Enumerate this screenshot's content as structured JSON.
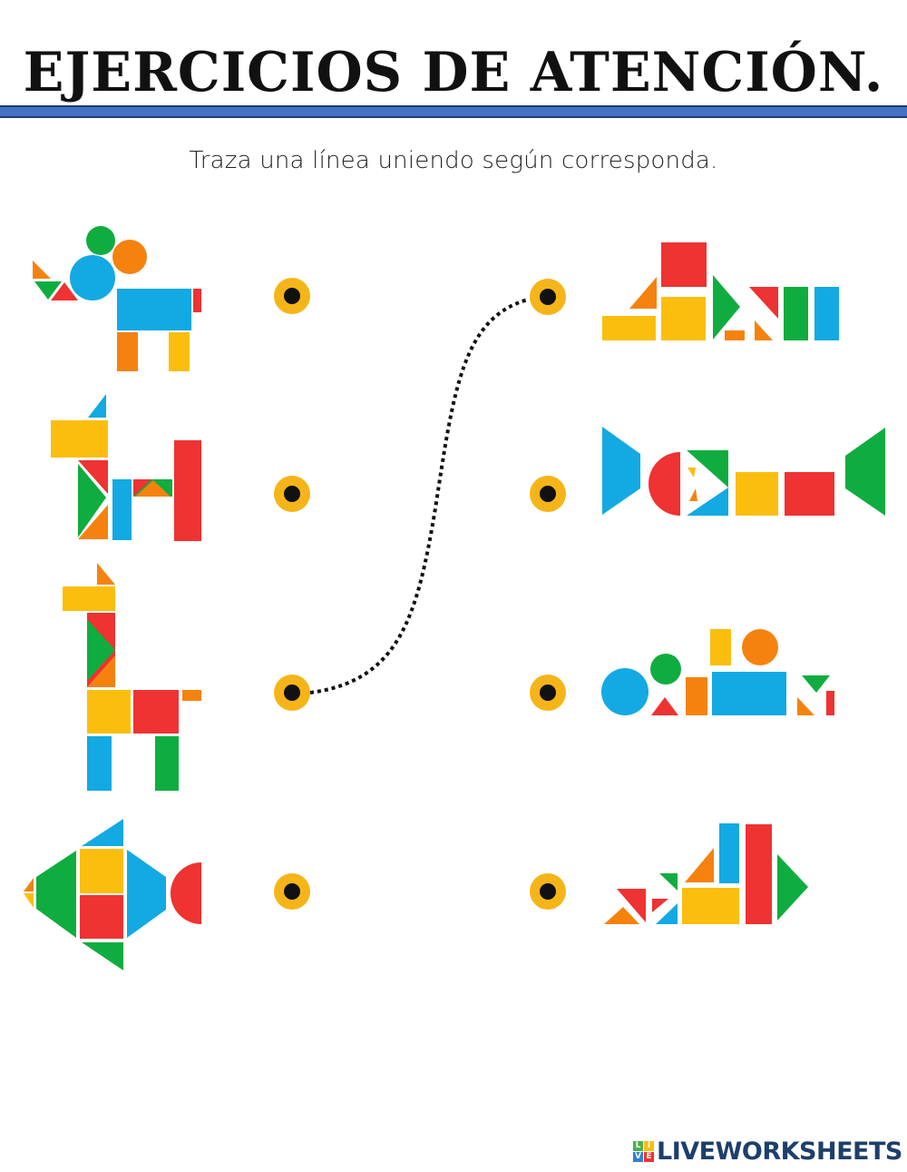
{
  "header": {
    "title": "EJERCICIOS DE ATENCIÓN.",
    "rule_color": "#4472c4"
  },
  "instruction": "Traza una línea uniendo según corresponda.",
  "colors": {
    "blue": "#13a9e3",
    "red": "#ef3232",
    "green": "#0fad3f",
    "orange": "#f5820e",
    "yellow": "#fbbe0e",
    "dot_ring": "#f5b519",
    "dot_center": "#111111"
  },
  "left_column": [
    {
      "id": "left-1",
      "figure": "elephant"
    },
    {
      "id": "left-2",
      "figure": "dog"
    },
    {
      "id": "left-3",
      "figure": "giraffe"
    },
    {
      "id": "left-4",
      "figure": "fish"
    }
  ],
  "right_column": [
    {
      "id": "right-1",
      "figure": "scattered-elephant-pieces"
    },
    {
      "id": "right-2",
      "figure": "scattered-fish-pieces"
    },
    {
      "id": "right-3",
      "figure": "scattered-circles-pieces"
    },
    {
      "id": "right-4",
      "figure": "scattered-dog-pieces"
    }
  ],
  "connections": [
    {
      "from": "left-3",
      "to": "right-1",
      "style": "dotted"
    }
  ],
  "footer": {
    "logo_text": "LIVEWORKSHEETS",
    "logo_letters": [
      "L",
      "I",
      "V",
      "E"
    ]
  }
}
